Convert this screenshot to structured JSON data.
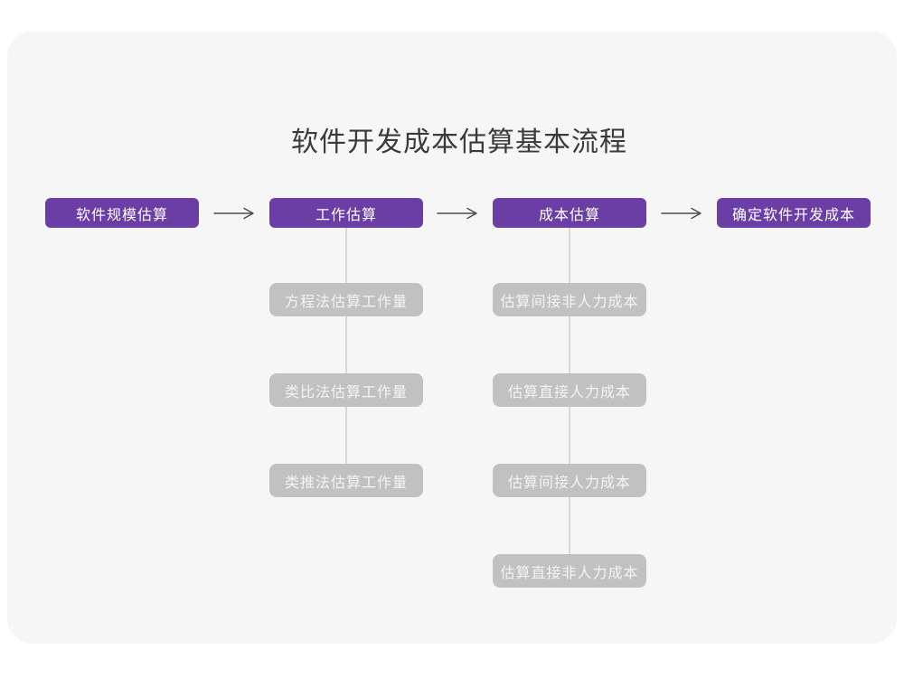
{
  "title": "软件开发成本估算基本流程",
  "icons": {
    "flow_arrow": "→"
  },
  "colors": {
    "primary": "#6B3EA5",
    "sub_box": "#C1C1C1",
    "card_bg": "#F6F6F7",
    "connector": "#D8D8D8",
    "arrow": "#4A4A4A"
  },
  "flow": {
    "steps": [
      {
        "label": "软件规模估算",
        "children": []
      },
      {
        "label": "工作估算",
        "children": [
          "方程法估算工作量",
          "类比法估算工作量",
          "类推法估算工作量"
        ]
      },
      {
        "label": "成本估算",
        "children": [
          "估算间接非人力成本",
          "估算直接人力成本",
          "估算间接人力成本",
          "估算直接非人力成本"
        ]
      },
      {
        "label": "确定软件开发成本",
        "children": []
      }
    ]
  }
}
